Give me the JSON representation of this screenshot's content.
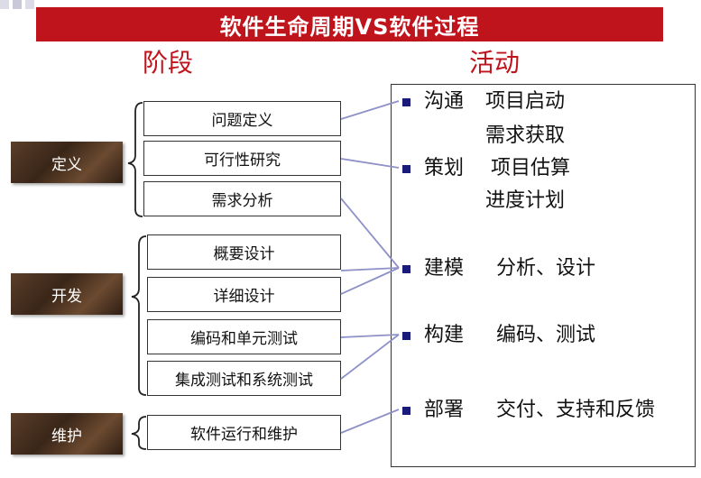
{
  "title": "软件生命周期VS软件过程",
  "headers": {
    "stages": "阶段",
    "activities": "活动"
  },
  "phases": [
    {
      "label": "定义"
    },
    {
      "label": "开发"
    },
    {
      "label": "维护"
    }
  ],
  "stages": [
    {
      "label": "问题定义"
    },
    {
      "label": "可行性研究"
    },
    {
      "label": "需求分析"
    },
    {
      "label": "概要设计"
    },
    {
      "label": "详细设计"
    },
    {
      "label": "编码和单元测试"
    },
    {
      "label": "集成测试和系统测试"
    },
    {
      "label": "软件运行和维护"
    }
  ],
  "activities": [
    {
      "name": "沟通",
      "items": [
        "项目启动",
        "需求获取"
      ]
    },
    {
      "name": "策划",
      "items": [
        "项目估算",
        "进度计划"
      ]
    },
    {
      "name": "建模",
      "items": [
        "分析、设计"
      ]
    },
    {
      "name": "构建",
      "items": [
        "编码、测试"
      ]
    },
    {
      "name": "部署",
      "items": [
        "交付、支持和反馈"
      ]
    }
  ],
  "colors": {
    "title_bg": "#c0141c",
    "header_text": "#c0141c",
    "connector": "#8e90c8",
    "bullet": "#1a1a7a"
  }
}
